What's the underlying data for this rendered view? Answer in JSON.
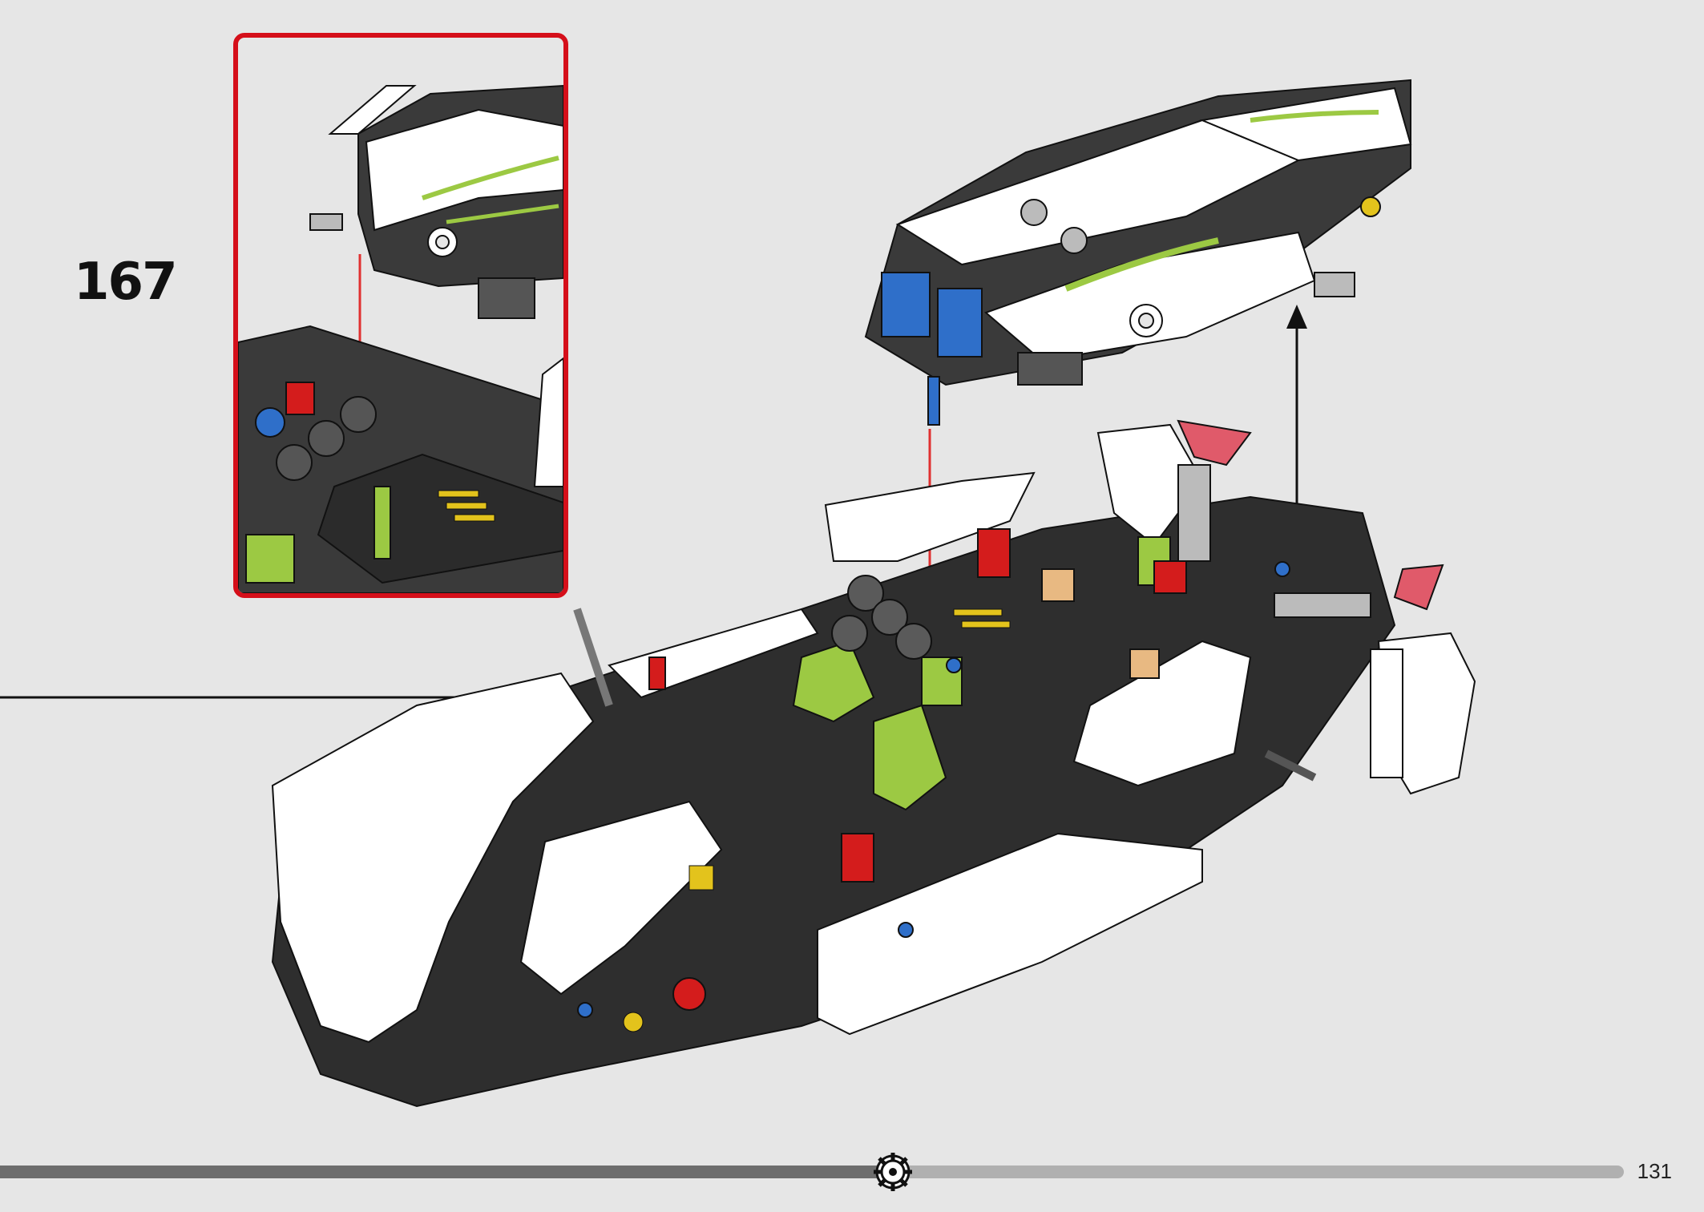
{
  "step": {
    "number": "167"
  },
  "page": {
    "number": "131"
  },
  "progress": {
    "fraction": 0.55
  },
  "colors": {
    "callout_border": "#d50f1a",
    "background": "#e6e6e6",
    "part_dark": "#333333",
    "part_white": "#ffffff",
    "part_lime": "#9cc943",
    "part_blue": "#2f6fc9",
    "part_red": "#d41c1c",
    "guide_line": "#e03030"
  },
  "icons": {
    "progress_marker": "gear-icon",
    "assembly_arrow": "arrow-up-icon"
  }
}
